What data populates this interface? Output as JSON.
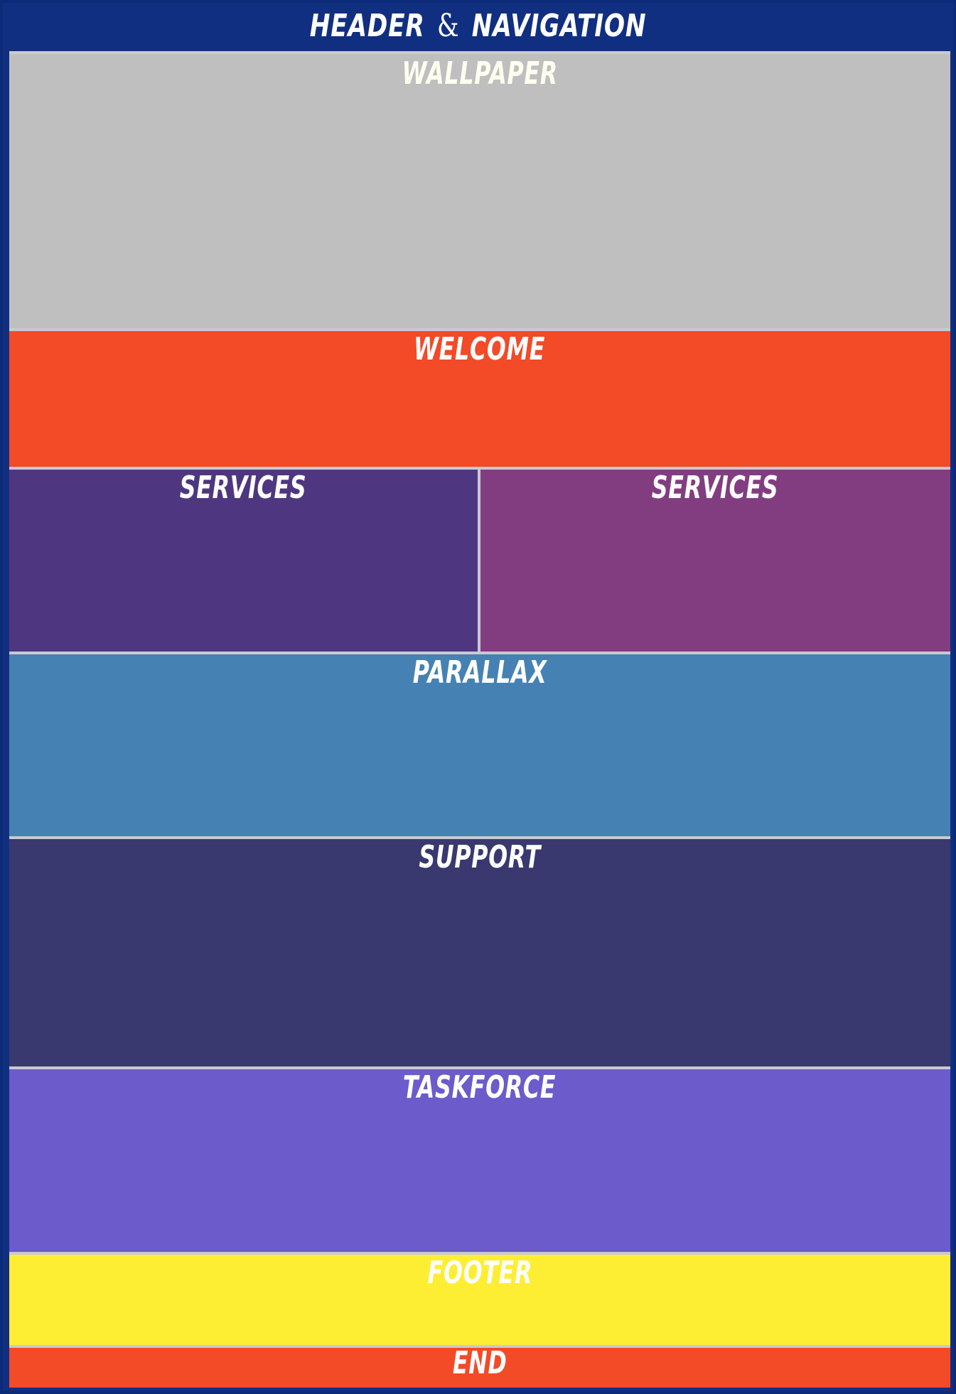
{
  "header": {
    "title_part1": "HEADER",
    "ampersand": "&",
    "title_part2": "NAVIGATION",
    "background": "#112f80",
    "text_color": "#ffffff"
  },
  "sections": {
    "wallpaper": {
      "label": "WALLPAPER",
      "color": "#bfbfbf",
      "text_color": "#fffff0"
    },
    "welcome": {
      "label": "WELCOME",
      "color": "#f34a28",
      "text_color": "#ffffff"
    },
    "services_left": {
      "label": "SERVICES",
      "color": "#4e3780",
      "text_color": "#ffffff"
    },
    "services_right": {
      "label": "SERVICES",
      "color": "#823d80",
      "text_color": "#ffffff"
    },
    "parallax": {
      "label": "PARALLAX",
      "color": "#4681b3",
      "text_color": "#ffffff"
    },
    "support": {
      "label": "SUPPORT",
      "color": "#393970",
      "text_color": "#ffffff"
    },
    "taskforce": {
      "label": "TASKFORCE",
      "color": "#6b5bcb",
      "text_color": "#ffffff"
    },
    "footer": {
      "label": "FOOTER",
      "color": "#fdee33",
      "text_color": "#ffffff"
    },
    "end": {
      "label": "END",
      "color": "#f34a28",
      "text_color": "#ffffff"
    }
  },
  "separator_color": "#c9c9d4"
}
